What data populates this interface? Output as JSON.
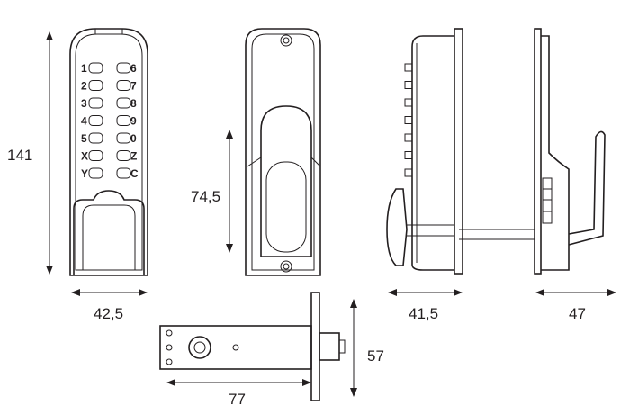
{
  "dimensions": {
    "height": "141",
    "front_width": "42,5",
    "oval_height": "74,5",
    "side_depth": "41,5",
    "side_depth_handle": "47",
    "latch_length": "77",
    "latch_height": "57"
  },
  "keypad": {
    "left_keys": [
      "1",
      "2",
      "3",
      "4",
      "5",
      "X",
      "Y"
    ],
    "right_keys": [
      "6",
      "7",
      "8",
      "9",
      "0",
      "Z",
      "C"
    ]
  },
  "colors": {
    "line": "#231f20",
    "background": "#ffffff"
  }
}
